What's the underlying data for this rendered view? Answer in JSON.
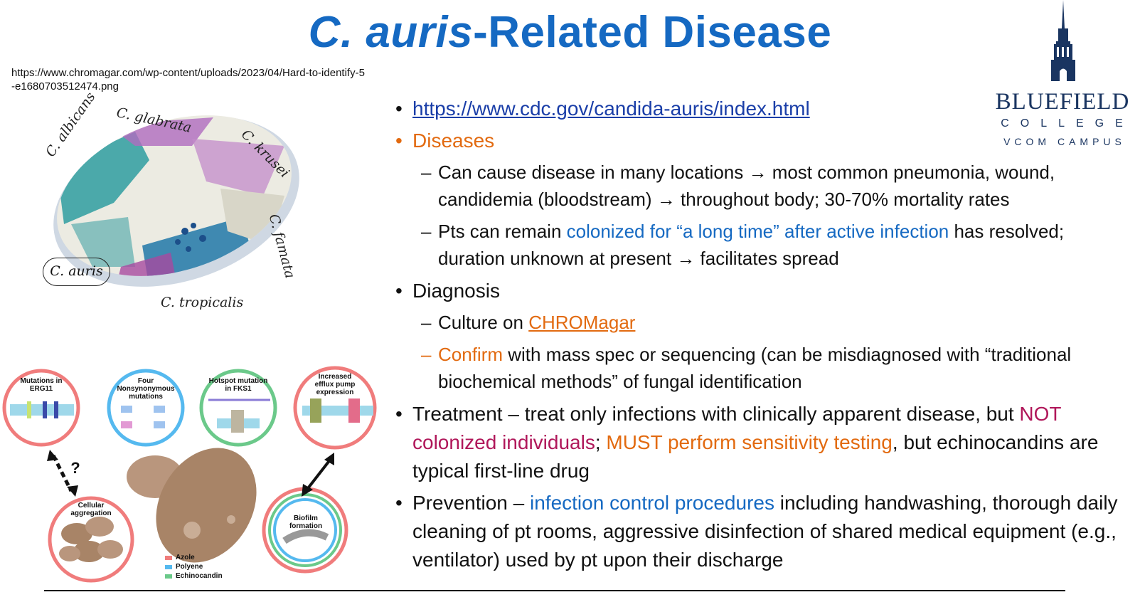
{
  "title": {
    "italic": "C. auris",
    "rest": "-Related Disease"
  },
  "image_source": "https://www.chromagar.com/wp-content/uploads/2023/04/Hard-to-identify-5-e1680703512474.png",
  "logo": {
    "name": "BLUEFIELD",
    "line2": "COLLEGE",
    "line3": "VCOM CAMPUS",
    "color": "#1a3561"
  },
  "petri": {
    "labels": {
      "albicans": "C. albicans",
      "glabrata": "C. glabrata",
      "krusei": "C. krusei",
      "famata": "C. famata",
      "tropicalis": "C. tropicalis",
      "auris": "C. auris"
    }
  },
  "mechanisms": {
    "erg11": "Mutations in ERG11",
    "nonsyn": "Four Nonsynonymous mutations",
    "fks1": "Hotspot mutation in FKS1",
    "efflux": "Increased efflux pump expression",
    "aggregation": "Cellular aggregation",
    "biofilm": "Biofilm formation",
    "question": "?",
    "legend": [
      {
        "label": "Azole",
        "color": "#f07c7c"
      },
      {
        "label": "Polyene",
        "color": "#55b9ef"
      },
      {
        "label": "Echinocandin",
        "color": "#6bc98a"
      }
    ]
  },
  "bullets": {
    "cdc_link": "https://www.cdc.gov/candida-auris/index.html",
    "diseases": "Diseases",
    "diseases_1": "Can cause disease in many locations → most common pneumonia, wound, candidemia (bloodstream) → throughout body; 30-70% mortality rates",
    "diseases_2_a": "Pts can remain ",
    "diseases_2_b": "colonized for “a long time” after active infection",
    "diseases_2_c": " has resolved; duration unknown at present → facilitates spread",
    "diagnosis": "Diagnosis",
    "diagnosis_1_a": "Culture on ",
    "diagnosis_1_b": "CHROMagar",
    "diagnosis_2_a": "Confirm",
    "diagnosis_2_b": " with mass spec or sequencing (can be misdiagnosed with “traditional biochemical methods” of fungal identification",
    "treatment_a": "Treatment – treat only infections with clinically apparent disease, but ",
    "treatment_b": "NOT colonized individuals",
    "treatment_c": "; ",
    "treatment_d": "MUST perform sensitivity testing",
    "treatment_e": ", but echinocandins are typical first-line drug",
    "prevention_a": "Prevention – ",
    "prevention_b": "infection control procedures",
    "prevention_c": " including handwashing, thorough daily cleaning of pt rooms, aggressive disinfection of shared medical equipment (e.g., ventilator) used by pt upon their discharge",
    "bullet_glyph": "•",
    "dash_glyph": "–"
  }
}
